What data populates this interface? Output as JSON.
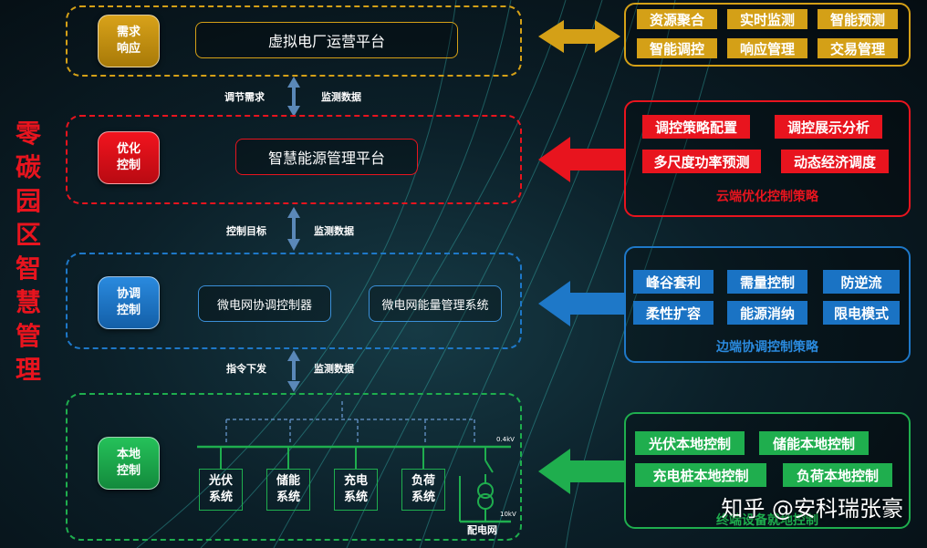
{
  "sidebar_title": "零碳园区智慧管理",
  "tiers": {
    "demand": {
      "badge": "需求响应",
      "platform": "虚拟电厂运营平台"
    },
    "optimize": {
      "badge": "优化控制",
      "platform": "智慧能源管理平台"
    },
    "coordinate": {
      "badge": "协调控制",
      "platforms": [
        "微电网协调控制器",
        "微电网能量管理系统"
      ]
    },
    "local": {
      "badge": "本地控制",
      "subsystems": [
        "光伏系统",
        "储能系统",
        "充电系统",
        "负荷系统"
      ],
      "grid_label": "配电网",
      "voltage_high": "0.4kV",
      "voltage_low": "10kV"
    }
  },
  "links": {
    "l1": {
      "down": "调节需求",
      "up": "监测数据"
    },
    "l2": {
      "down": "控制目标",
      "up": "监测数据"
    },
    "l3": {
      "down": "指令下发",
      "up": "监测数据"
    }
  },
  "panels": {
    "gold": {
      "tags": [
        "资源聚合",
        "实时监测",
        "智能预测",
        "智能调控",
        "响应管理",
        "交易管理"
      ]
    },
    "red": {
      "tags": [
        "调控策略配置",
        "调控展示分析",
        "多尺度功率预测",
        "动态经济调度"
      ],
      "caption": "云端优化控制策略"
    },
    "blue": {
      "tags": [
        "峰谷套利",
        "需量控制",
        "防逆流",
        "柔性扩容",
        "能源消纳",
        "限电模式"
      ],
      "caption": "边端协调控制策略"
    },
    "green": {
      "tags": [
        "光伏本地控制",
        "储能本地控制",
        "充电桩本地控制",
        "负荷本地控制"
      ],
      "caption": "终端设备就地控制"
    }
  },
  "watermark": "知乎 @安科瑞张豪",
  "colors": {
    "gold": "#d4a017",
    "red": "#e8141e",
    "blue": "#1e78c8",
    "green": "#1fae4e"
  }
}
